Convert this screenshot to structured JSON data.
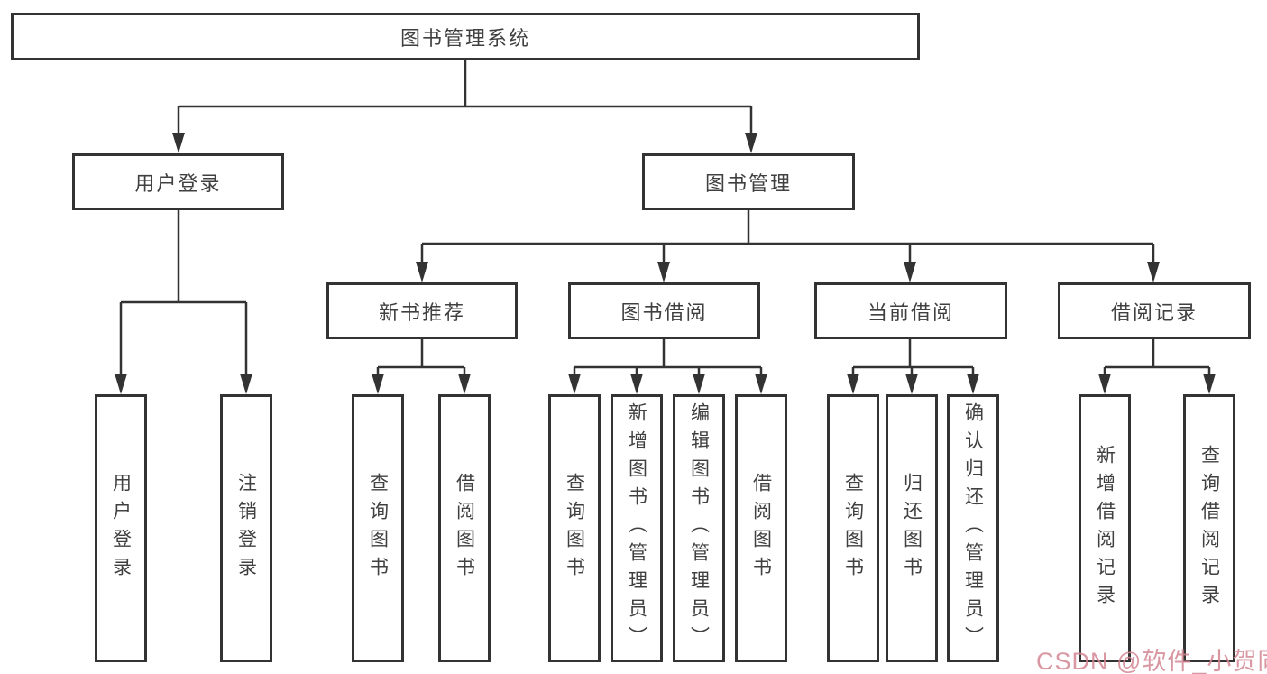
{
  "diagram": {
    "title": "图书管理系统",
    "line_color": "#333333",
    "box_border_color": "#333333",
    "text_color": "#404040",
    "nodes": {
      "root": "图书管理系统",
      "user_login": "用户登录",
      "book_mgmt": "图书管理",
      "new_book_rec": "新书推荐",
      "book_borrow": "图书借阅",
      "current_borrow": "当前借阅",
      "borrow_record": "借阅记录",
      "leaf_login": "用户登录",
      "leaf_logout": "注销登录",
      "leaf_rec_query_book": "查询图书",
      "leaf_rec_borrow_book": "借阅图书",
      "leaf_bor_query_book": "查询图书",
      "leaf_bor_add_book": "新增图书（管理员）",
      "leaf_bor_edit_book": "编辑图书（管理员）",
      "leaf_bor_borrow_book": "借阅图书",
      "leaf_cur_query_book": "查询图书",
      "leaf_cur_return_book": "归还图书",
      "leaf_cur_confirm_return": "确认归还（管理员）",
      "leaf_add_borrow_record": "新增借阅记录",
      "leaf_query_borrow_record": "查询借阅记录"
    }
  },
  "watermark": {
    "text": "CSDN @软件_小贺同学",
    "color": "#d28592"
  }
}
